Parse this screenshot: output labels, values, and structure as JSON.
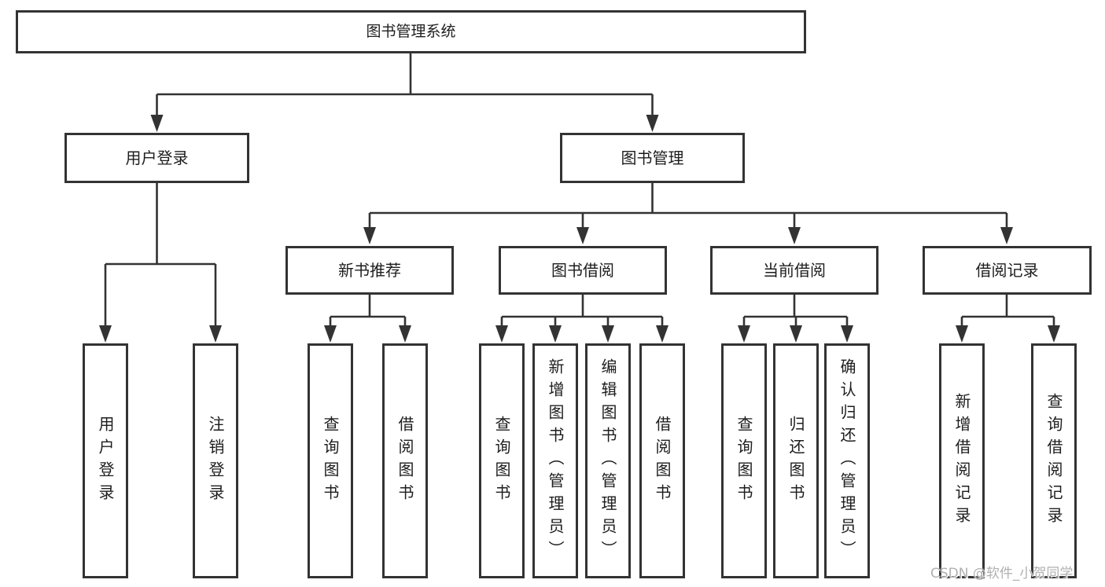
{
  "diagram": {
    "root": {
      "label": "图书管理系统"
    },
    "branches": [
      {
        "label": "用户登录",
        "children": [
          "用户登录",
          "注销登录"
        ]
      },
      {
        "label": "图书管理",
        "sections": [
          {
            "label": "新书推荐",
            "children": [
              "查询图书",
              "借阅图书"
            ]
          },
          {
            "label": "图书借阅",
            "children": [
              "查询图书",
              "新增图书（管理员）",
              "编辑图书（管理员）",
              "借阅图书"
            ]
          },
          {
            "label": "当前借阅",
            "children": [
              "查询图书",
              "归还图书",
              "确认归还（管理员）"
            ]
          },
          {
            "label": "借阅记录",
            "children": [
              "新增借阅记录",
              "查询借阅记录"
            ]
          }
        ]
      }
    ]
  },
  "watermark": {
    "text": "CSDN @软件_小贺同学"
  },
  "colors": {
    "line": "#333333",
    "border": "#333333",
    "text": "#1d1d1d",
    "watermark": "#b0b0b0",
    "background": "#ffffff"
  }
}
